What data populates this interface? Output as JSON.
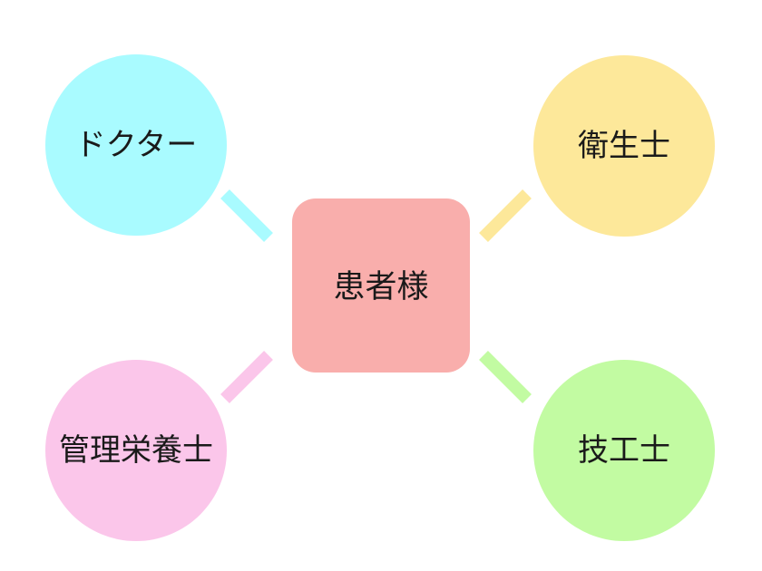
{
  "center": {
    "label": "患者様",
    "color": "#f9aeac"
  },
  "nodes": {
    "doctor": {
      "label": "ドクター",
      "color": "#a9fbff"
    },
    "hygienist": {
      "label": "衛生士",
      "color": "#fde89a"
    },
    "dietitian": {
      "label": "管理栄養士",
      "color": "#fbc6ea"
    },
    "technician": {
      "label": "技工士",
      "color": "#c2fba2"
    }
  }
}
